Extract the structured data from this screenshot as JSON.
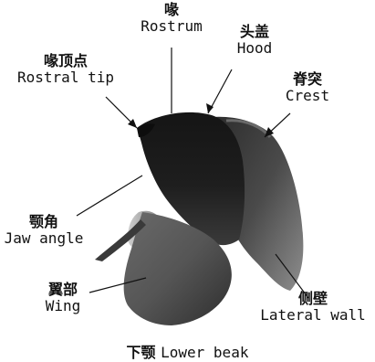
{
  "labels": {
    "rostrum": {
      "zh": "喙",
      "en": "Rostrum"
    },
    "hood": {
      "zh": "头盖",
      "en": "Hood"
    },
    "rostral_tip": {
      "zh": "喙顶点",
      "en": "Rostral tip"
    },
    "crest": {
      "zh": "脊突",
      "en": "Crest"
    },
    "jaw_angle": {
      "zh": "颚角",
      "en": "Jaw angle"
    },
    "wing": {
      "zh": "翼部",
      "en": "Wing"
    },
    "lateral_wall": {
      "zh": "侧壁",
      "en": "Lateral wall"
    }
  },
  "caption": {
    "zh": "下颚",
    "en": "Lower beak"
  },
  "colors": {
    "beak_dark": "#141414",
    "beak_mid": "#3a3a3a",
    "beak_light": "#b8b8b8",
    "leader_line": "#111111"
  }
}
